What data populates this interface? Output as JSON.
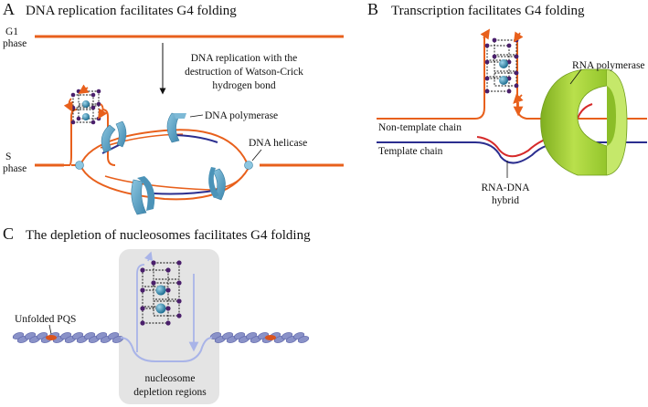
{
  "panels": {
    "a": {
      "letter": "A",
      "title": "DNA replication facilitates G4 folding",
      "g1_label": [
        "G1",
        "phase"
      ],
      "s_label": [
        "S",
        "phase"
      ],
      "arrow_caption": [
        "DNA replication with the",
        "destruction of Watson-Crick",
        "hydrogen bond"
      ],
      "polymerase_label": "DNA polymerase",
      "helicase_label": "DNA helicase"
    },
    "b": {
      "letter": "B",
      "title": "Transcription facilitates G4 folding",
      "rnap_label": "RNA polymerase",
      "nontemplate_label": "Non-template chain",
      "template_label": "Template chain",
      "hybrid_label": [
        "RNA-DNA",
        "hybrid"
      ]
    },
    "c": {
      "letter": "C",
      "title": "The depletion of nucleosomes facilitates G4 folding",
      "unfolded_label": "Unfolded PQS",
      "region_label": [
        "nucleosome",
        "depletion regions"
      ]
    }
  },
  "colors": {
    "dna_orange": "#e8601c",
    "strand_blue": "#2b2e8f",
    "rna_red": "#d62a2a",
    "protein_blue": "#5aa6c9",
    "rnap_green": "#a6d23c",
    "quartet_purple": "#4a1f6b",
    "potassium_teal": "#2f8fb3",
    "region_gray": "#e4e4e4",
    "nucleosome_blue": "#8a92c8"
  },
  "icons": [
    "g4-quadruplex-icon",
    "dna-polymerase-icon",
    "dna-helicase-icon",
    "rna-polymerase-icon",
    "nucleosome-icon"
  ]
}
